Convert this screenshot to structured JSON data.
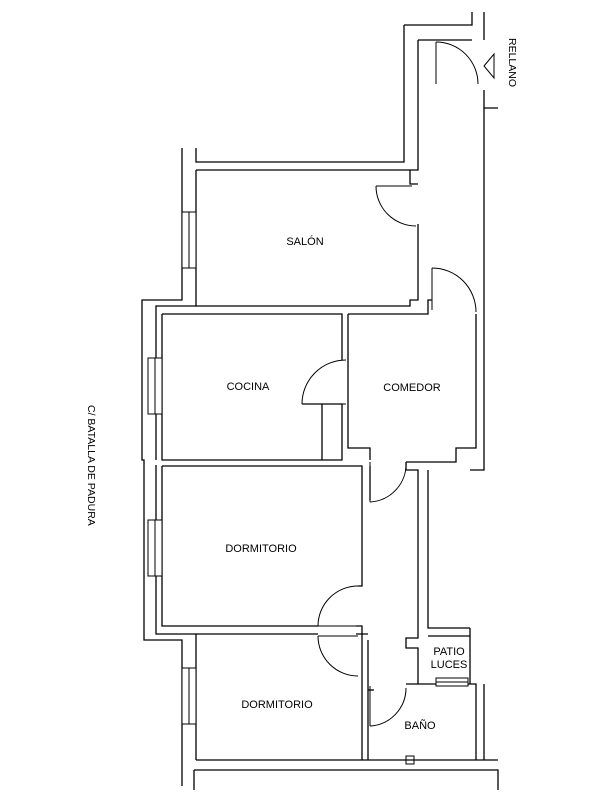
{
  "plan": {
    "rooms": [
      {
        "id": "salon",
        "label": "SALÓN"
      },
      {
        "id": "cocina",
        "label": "COCINA"
      },
      {
        "id": "comedor",
        "label": "COMEDOR"
      },
      {
        "id": "dormitorio1",
        "label": "DORMITORIO"
      },
      {
        "id": "dormitorio2",
        "label": "DORMITORIO"
      },
      {
        "id": "bano",
        "label": "BAÑO"
      }
    ],
    "patio": {
      "line1": "PATIO",
      "line2": "LUCES"
    },
    "landing": "RELLANO",
    "street": "C/ BATALLA DE PADURA"
  }
}
